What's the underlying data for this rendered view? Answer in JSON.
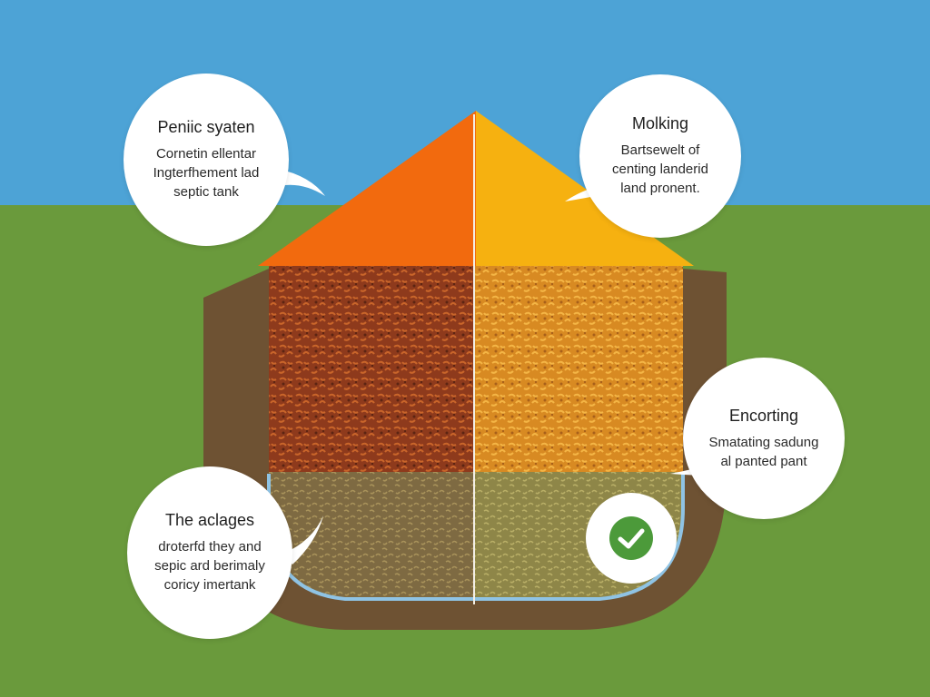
{
  "colors": {
    "sky": "#4da3d6",
    "grass": "#6a9a3c",
    "soil_outline": "#6e5233",
    "roof_left": "#f26a0e",
    "roof_right": "#f6b110",
    "layer_dark": "#8e3a1c",
    "layer_orange": "#d88a22",
    "gravel": "#8a7848",
    "water_line": "#8fc3e4",
    "check_green": "#4c9a3a"
  },
  "callouts": [
    {
      "title": "Peniic syaten",
      "lines": [
        "Cornetin ellentar",
        "Ingterfhement lad",
        "septic tank"
      ]
    },
    {
      "title": "Molking",
      "lines": [
        "Bartsewelt of",
        "centing landerid",
        "land pronent."
      ]
    },
    {
      "title": "Encorting",
      "lines": [
        "Smatating sadung",
        "al panted pant"
      ]
    },
    {
      "title": "The aclages",
      "lines": [
        "droterfd they and",
        "sepic ard berimaly",
        "coricy imertank"
      ]
    }
  ],
  "badge": {
    "icon": "checkmark-icon",
    "status": "ok"
  }
}
